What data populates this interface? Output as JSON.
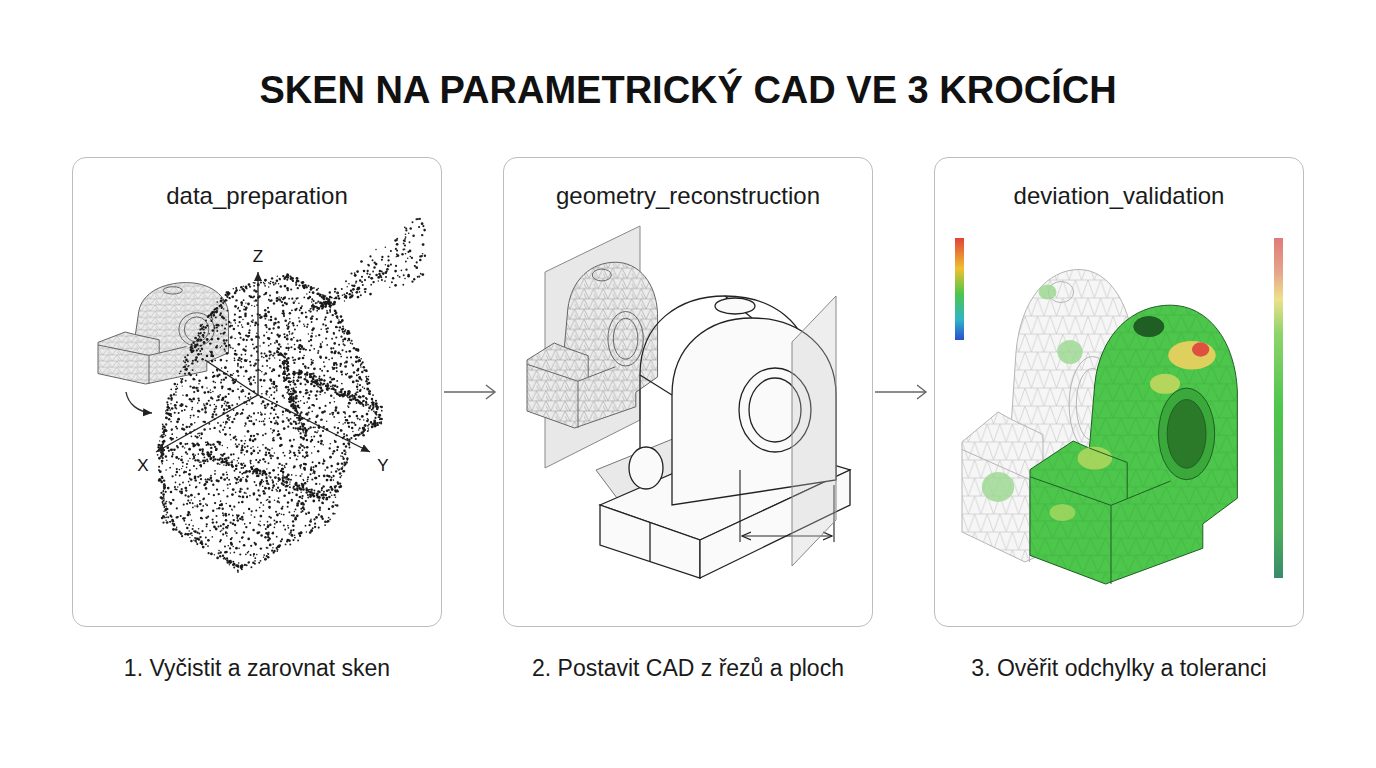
{
  "diagram": {
    "title": "SKEN NA PARAMETRICKÝ CAD VE 3 KROCÍCH",
    "nodes": [
      {
        "text": [
          "data_preparation",
          "1. Vyčistit a zarovnat sken"
        ]
      },
      {
        "text": [
          "geometry_reconstruction",
          "2. Postavit CAD z řezů a ploch"
        ]
      },
      {
        "text": [
          "deviation_validation",
          "3. Ověřit odchylky a toleranci"
        ]
      }
    ],
    "edges": [
      {
        "from": 0,
        "to": 1,
        "arrow": "to"
      },
      {
        "from": 1,
        "to": 2,
        "arrow": "to"
      }
    ],
    "labels": [
      "Z",
      "X",
      "Y"
    ]
  }
}
